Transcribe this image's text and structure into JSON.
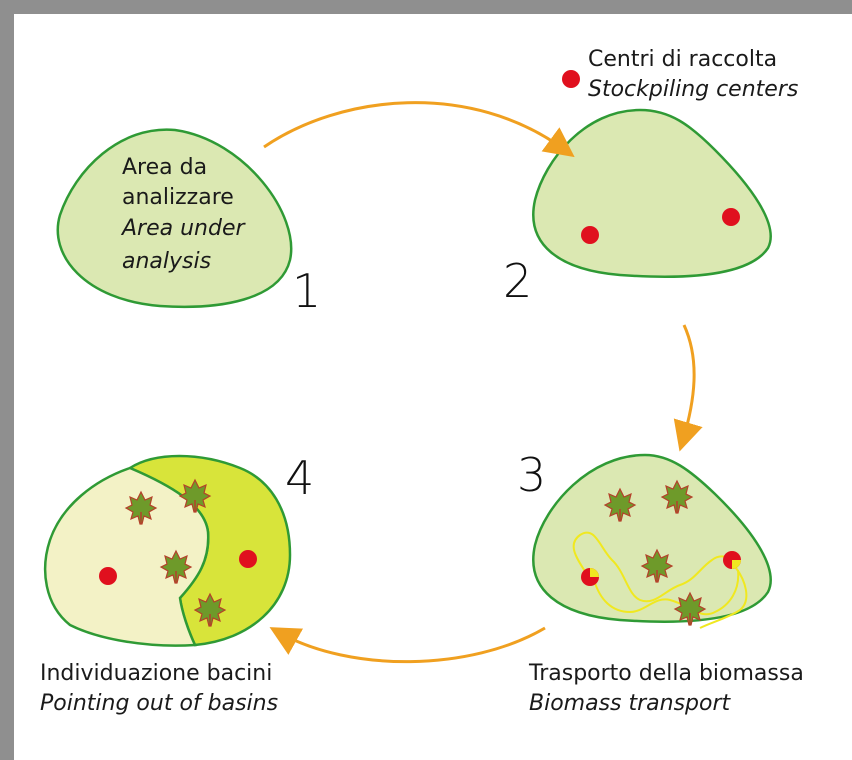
{
  "legend": {
    "title_it": "Centri di raccolta",
    "title_en": "Stockpiling centers"
  },
  "steps": [
    {
      "number": "1",
      "line1": "Area da",
      "line2": "analizzare",
      "line3": "Area under",
      "line4": "analysis"
    },
    {
      "number": "2"
    },
    {
      "number": "3",
      "caption_it": "Trasporto della biomassa",
      "caption_en": "Biomass transport"
    },
    {
      "number": "4",
      "caption_it": "Individuazione bacini",
      "caption_en": "Pointing out of basins"
    }
  ],
  "icons": [
    "stockpiling-center-icon",
    "maple-leaf-icon",
    "transport-path-icon",
    "cycle-arrow-icon"
  ],
  "colors": {
    "frame": "#8f8f8f",
    "area_fill": "#dbe8b2",
    "area_stroke": "#2f9a35",
    "basin_light": "#f3f2c6",
    "basin_yellow": "#d8e43a",
    "center_red": "#e0101e",
    "arrow_orange": "#f0a020",
    "leaf": "#6e9a2a",
    "leaf_edge": "#b5402a",
    "path_yellow": "#f0e820"
  }
}
